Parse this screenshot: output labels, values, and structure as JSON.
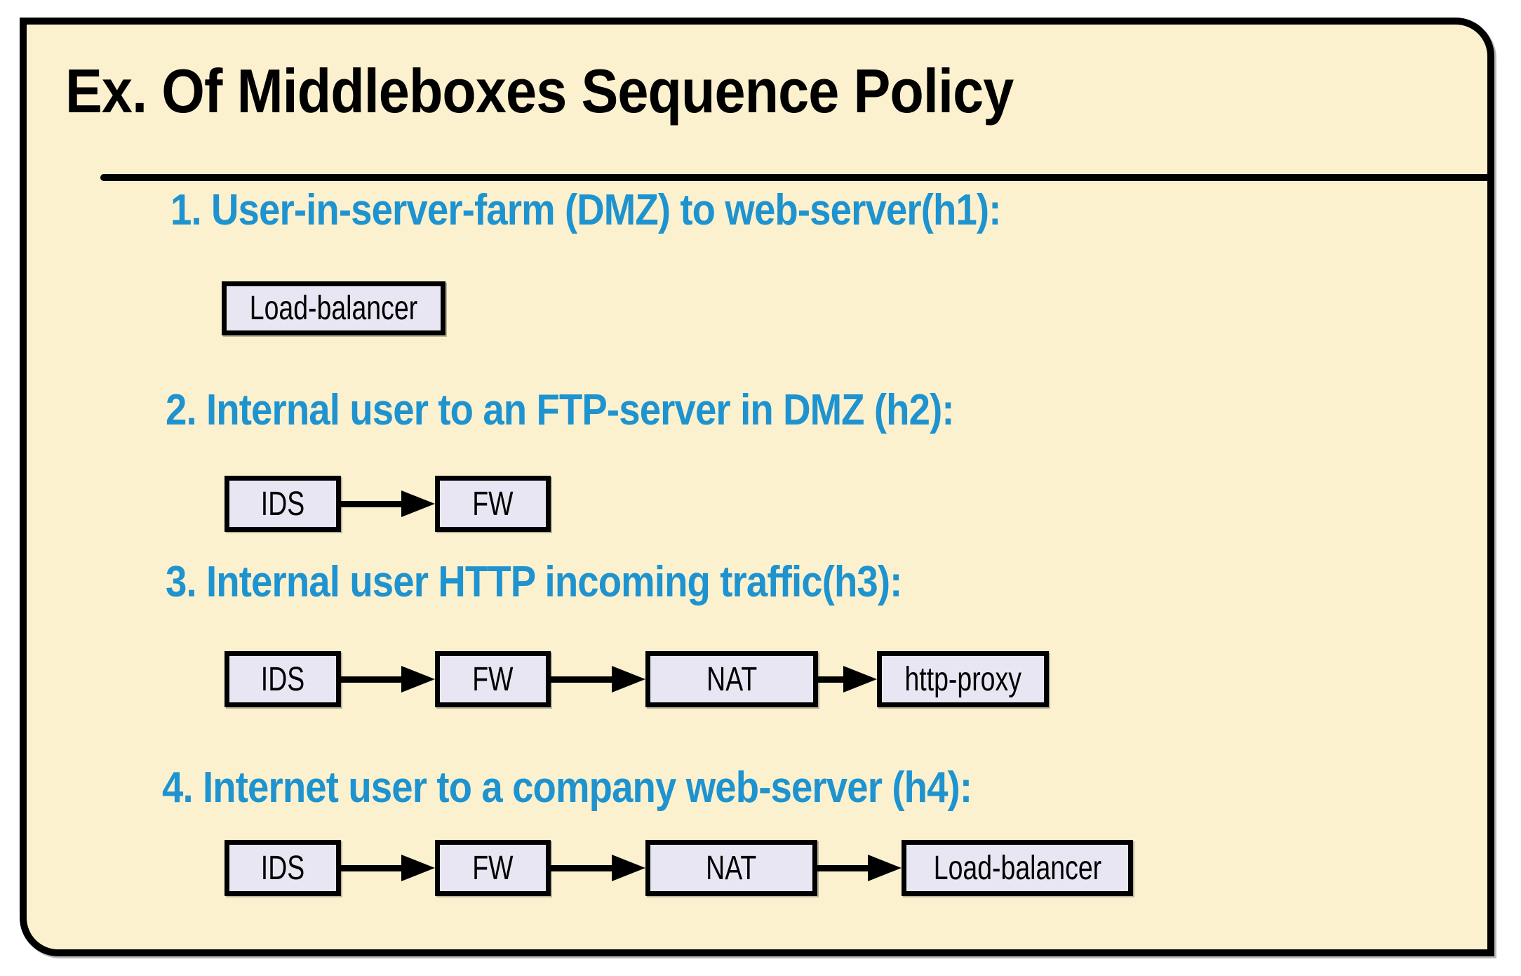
{
  "slide": {
    "title": "Ex. Of Middleboxes Sequence Policy",
    "colors": {
      "slide_background": "#FCF1CE",
      "outer_background": "#FFFFFF",
      "heading_blue": "#1E93CF",
      "box_fill": "#E7E6F2",
      "border_black": "#000000"
    },
    "sections": [
      {
        "heading": "1. User-in-server-farm (DMZ) to web-server(h1):",
        "chain": [
          "Load-balancer"
        ]
      },
      {
        "heading": "2. Internal user to an FTP-server in DMZ (h2):",
        "chain": [
          "IDS",
          "FW"
        ]
      },
      {
        "heading": "3. Internal user HTTP incoming traffic(h3):",
        "chain": [
          "IDS",
          "FW",
          "NAT",
          "http-proxy"
        ]
      },
      {
        "heading": "4. Internet user to a company web-server (h4):",
        "chain": [
          "IDS",
          "FW",
          "NAT",
          "Load-balancer"
        ]
      }
    ]
  }
}
